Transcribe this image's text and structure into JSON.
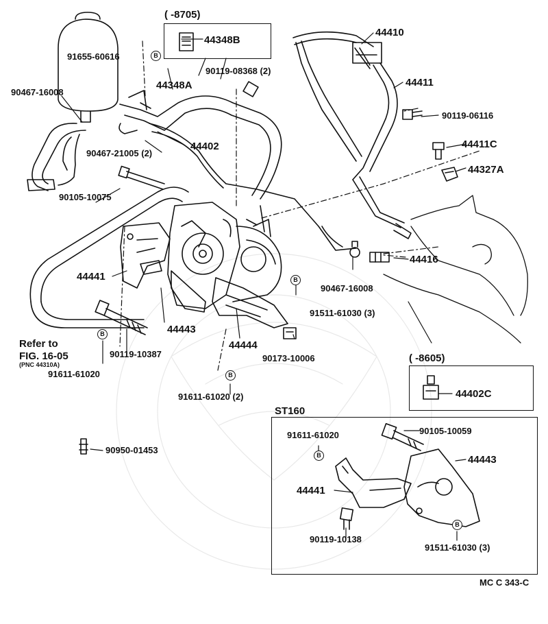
{
  "diagram": {
    "badge_letter": "B",
    "callouts": [
      {
        "id": "c-8705",
        "text": "(        -8705)"
      },
      {
        "id": "c-44348B",
        "text": "44348B"
      },
      {
        "id": "c-44410",
        "text": "44410"
      },
      {
        "id": "c-91655",
        "text": "91655-60616"
      },
      {
        "id": "c-90119-08368",
        "text": "90119-08368 (2)"
      },
      {
        "id": "c-44411",
        "text": "44411"
      },
      {
        "id": "c-90467-16008a",
        "text": "90467-16008"
      },
      {
        "id": "c-44348A",
        "text": "44348A"
      },
      {
        "id": "c-90119-06116",
        "text": "90119-06116"
      },
      {
        "id": "c-44402",
        "text": "44402"
      },
      {
        "id": "c-44411C",
        "text": "44411C"
      },
      {
        "id": "c-90467-21005",
        "text": "90467-21005  (2)"
      },
      {
        "id": "c-44327A",
        "text": "44327A"
      },
      {
        "id": "c-90105-10075",
        "text": "90105-10075"
      },
      {
        "id": "c-44416",
        "text": "44416"
      },
      {
        "id": "c-44441",
        "text": "44441"
      },
      {
        "id": "c-90467-16008b",
        "text": "90467-16008"
      },
      {
        "id": "c-91511-61030",
        "text": "91511-61030  (3)"
      },
      {
        "id": "c-44443",
        "text": "44443"
      },
      {
        "id": "c-44444",
        "text": "44444"
      },
      {
        "id": "c-refer1",
        "text": "Refer to"
      },
      {
        "id": "c-refer2",
        "text": "FIG. 16-05"
      },
      {
        "id": "c-refer3",
        "text": "(PNC 44310A)"
      },
      {
        "id": "c-90119-10387",
        "text": "90119-10387"
      },
      {
        "id": "c-90173-10006",
        "text": "90173-10006"
      },
      {
        "id": "c-8605",
        "text": "(        -8605)"
      },
      {
        "id": "c-91611-61020a",
        "text": "91611-61020"
      },
      {
        "id": "c-44402C",
        "text": "44402C"
      },
      {
        "id": "c-91611-61020b",
        "text": "91611-61020  (2)"
      },
      {
        "id": "c-ST160",
        "text": "ST160"
      },
      {
        "id": "c-91611-61020c",
        "text": "91611-61020"
      },
      {
        "id": "c-90105-10059",
        "text": "90105-10059"
      },
      {
        "id": "c-44443b",
        "text": "44443"
      },
      {
        "id": "c-90950-01453",
        "text": "90950-01453"
      },
      {
        "id": "c-44441b",
        "text": "44441"
      },
      {
        "id": "c-90119-10138",
        "text": "90119-10138"
      },
      {
        "id": "c-91511-61030b",
        "text": "91511-61030  (3)"
      },
      {
        "id": "c-mcc",
        "text": "MC C 343-C"
      }
    ]
  }
}
